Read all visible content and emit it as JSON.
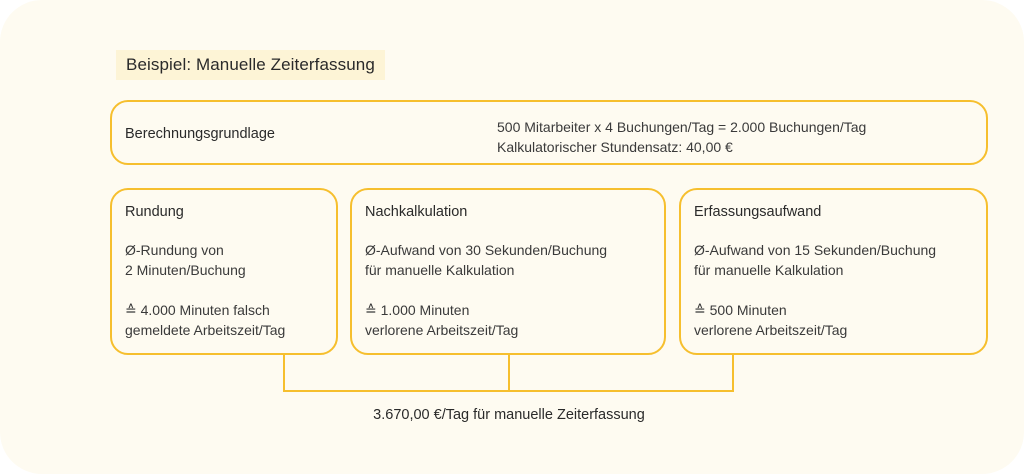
{
  "header": {
    "title": "Beispiel: Manuelle Zeiterfassung"
  },
  "basis": {
    "label": "Berechnungsgrundlage",
    "lines": [
      "500 Mitarbeiter x 4 Buchungen/Tag = 2.000 Buchungen/Tag",
      "Kalkulatorischer Stundensatz: 40,00 €"
    ]
  },
  "cards": [
    {
      "title": "Rundung",
      "desc": [
        "Ø-Rundung von",
        "2 Minuten/Buchung"
      ],
      "result": [
        "≙ 4.000 Minuten falsch",
        "gemeldete Arbeitszeit/Tag"
      ]
    },
    {
      "title": "Nachkalkulation",
      "desc": [
        "Ø-Aufwand von 30 Sekunden/Buchung",
        "für manuelle Kalkulation"
      ],
      "result": [
        "≙ 1.000 Minuten",
        "verlorene Arbeitszeit/Tag"
      ]
    },
    {
      "title": "Erfassungsaufwand",
      "desc": [
        "Ø-Aufwand von 15 Sekunden/Buchung",
        "für manuelle Kalkulation"
      ],
      "result": [
        "≙ 500 Minuten",
        "verlorene Arbeitszeit/Tag"
      ]
    }
  ],
  "summary": {
    "text": "3.670,00 €/Tag für manuelle Zeiterfassung"
  },
  "colors": {
    "background": "#fefbf1",
    "title_highlight": "#fdf4d6",
    "border_accent": "#f6bf2e",
    "text": "#2a2a2a"
  }
}
